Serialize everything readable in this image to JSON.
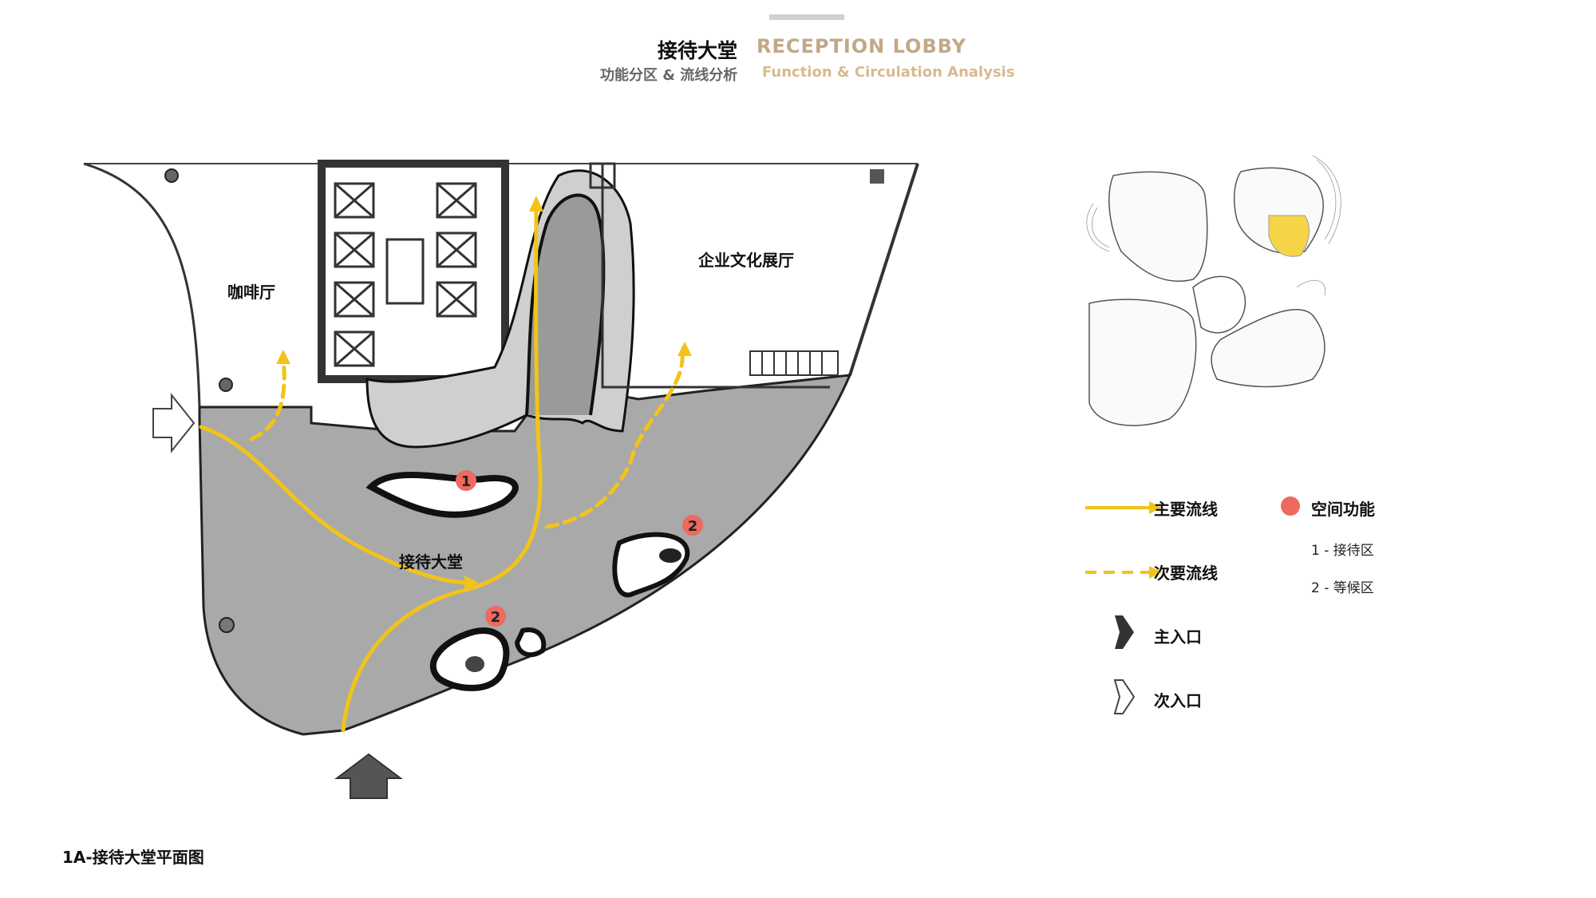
{
  "header": {
    "title_cn": "接待大堂",
    "title_en": "RECEPTION LOBBY",
    "subtitle_cn": "功能分区 & 流线分析",
    "subtitle_en": "Function & Circulation Analysis"
  },
  "plan": {
    "rooms": {
      "cafe": "咖啡厅",
      "exhibition": "企业文化展厅",
      "lobby": "接待大堂"
    },
    "markers": [
      "1",
      "2",
      "2"
    ]
  },
  "legend": {
    "primary_flow": "主要流线",
    "secondary_flow": "次要流线",
    "main_entrance": "主入口",
    "secondary_entrance": "次入口",
    "space_function": "空间功能",
    "zone_1": "1 - 接待区",
    "zone_2": "2 - 等候区"
  },
  "caption": "1A-接待大堂平面图",
  "colors": {
    "accent_gold": "#c2a887",
    "flow_yellow": "#f2c31a",
    "marker_red": "#ec6a5e",
    "lobby_floor": "#a9a9a9",
    "key_highlight": "#f5d547"
  }
}
